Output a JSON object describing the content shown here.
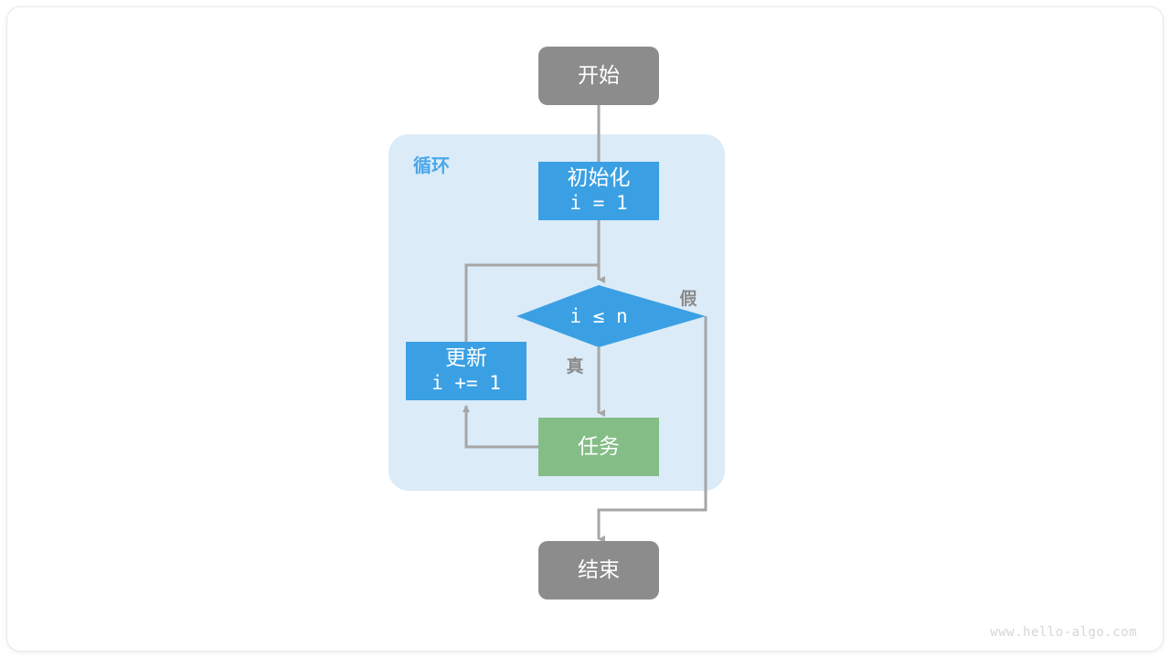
{
  "diagram": {
    "title": "for-loop-flowchart",
    "watermark": "www.hello-algo.com",
    "colors": {
      "start_end_fill": "#8c8c8c",
      "process_fill": "#3aa0e3",
      "decision_fill": "#3aa0e3",
      "task_fill": "#84bd85",
      "loop_container_fill": "#dbebf8",
      "edge_stroke": "#a6a6a6",
      "loop_label_color": "#4aa8e8",
      "branch_label_color": "#8a8a8a",
      "node_text_color": "#ffffff",
      "watermark_color": "#d6d6d6"
    },
    "loop_container": {
      "label": "循环"
    },
    "nodes": {
      "start": {
        "label": "开始",
        "shape": "rounded-rect",
        "kind": "terminator"
      },
      "init": {
        "label_line1": "初始化",
        "label_line2": "i = 1",
        "shape": "rect",
        "kind": "process"
      },
      "condition": {
        "label": "i ≤ n",
        "shape": "diamond",
        "kind": "decision"
      },
      "update": {
        "label_line1": "更新",
        "label_line2": "i += 1",
        "shape": "rect",
        "kind": "process"
      },
      "task": {
        "label": "任务",
        "shape": "rect",
        "kind": "task"
      },
      "end": {
        "label": "结束",
        "shape": "rounded-rect",
        "kind": "terminator"
      }
    },
    "edges": [
      {
        "from": "start",
        "to": "init",
        "label": ""
      },
      {
        "from": "init",
        "to": "condition",
        "label": ""
      },
      {
        "from": "condition",
        "to": "task",
        "label": "真"
      },
      {
        "from": "condition",
        "to": "end",
        "label": "假"
      },
      {
        "from": "task",
        "to": "update",
        "label": ""
      },
      {
        "from": "update",
        "to": "condition",
        "label": ""
      }
    ],
    "branch_labels": {
      "true": "真",
      "false": "假"
    }
  }
}
